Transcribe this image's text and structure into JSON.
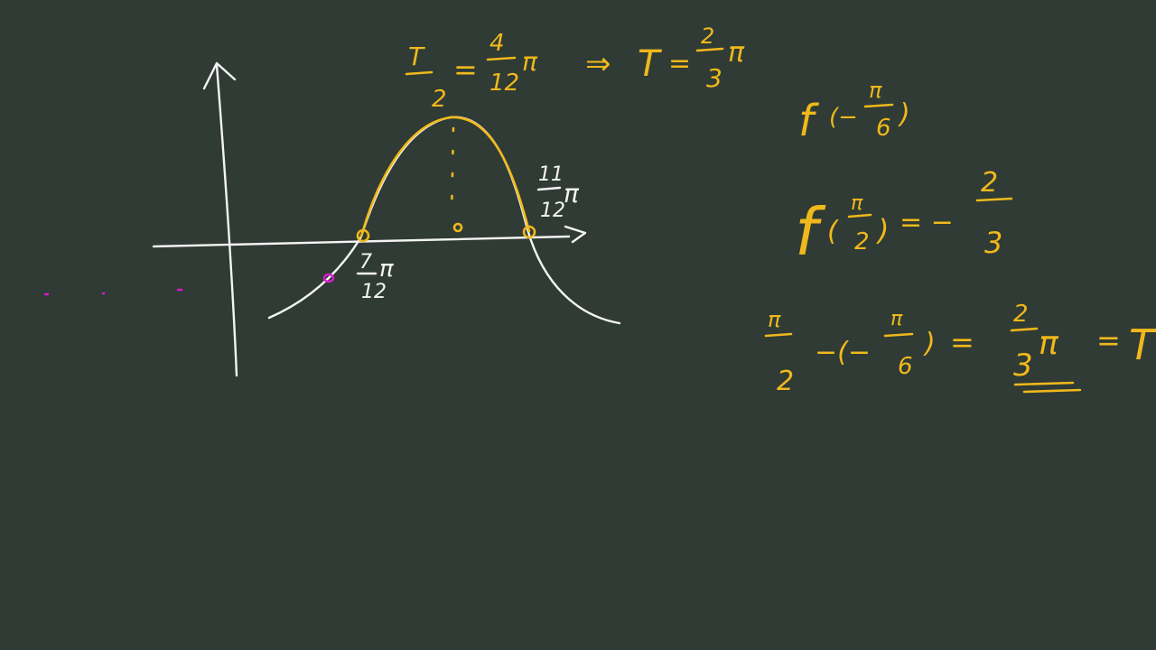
{
  "colors": {
    "board": "#2f3b34",
    "chalk_white": "#f4f4f4",
    "chalk_yellow": "#f0b81c",
    "chalk_magenta": "#d81bd0"
  },
  "top_equation": {
    "lhs_num": "T",
    "lhs_den": "2",
    "eq": "=",
    "rhs_num": "4",
    "rhs_den": "12",
    "rhs_pi": "π",
    "implies": "⇒",
    "T": "T",
    "eq2": "=",
    "frac_num": "2",
    "frac_den": "3",
    "pi": "π"
  },
  "right_notes": {
    "line1": {
      "f": "f",
      "open": "(−",
      "num": "π",
      "den": "6",
      "close": ")"
    },
    "line2": {
      "f": "f",
      "open": "(",
      "num": "π",
      "den": "2",
      "close": ")",
      "eq": "= −",
      "rnum": "2",
      "rden": "3"
    },
    "line3": {
      "num1": "π",
      "den1": "2",
      "minus": "−(−",
      "num2": "π",
      "den2": "6",
      "close": ")",
      "eq": "=",
      "rnum": "2",
      "rden": "3",
      "pi": "π",
      "eq2": "=",
      "T": "T"
    }
  },
  "graph_labels": {
    "left_root": {
      "num": "7",
      "den": "12",
      "pi": "π"
    },
    "right_root": {
      "num": "11",
      "den": "12",
      "pi": "π"
    }
  }
}
